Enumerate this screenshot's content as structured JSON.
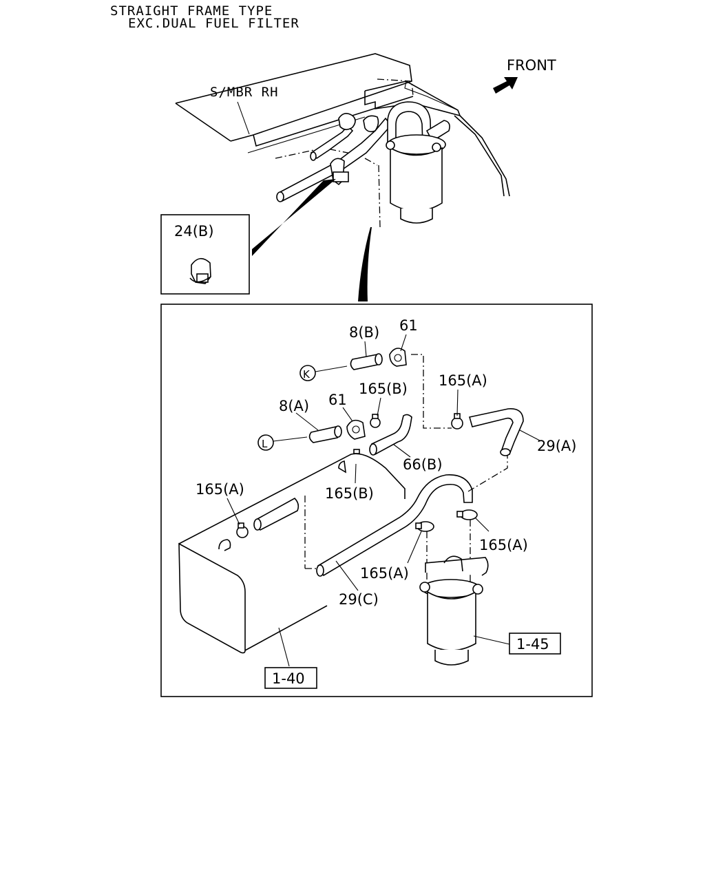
{
  "header": {
    "line1": "STRAIGHT FRAME TYPE",
    "line2": "EXC.DUAL FUEL FILTER"
  },
  "overview": {
    "member_label": "S/MBR RH",
    "front_label": "FRONT",
    "inset_label": "24(B)"
  },
  "detail": {
    "labels": {
      "hose_8b": "8(B)",
      "clip_61_top": "61",
      "connector_k": "K",
      "clamp_165b_top": "165(B)",
      "clamp_165a_top": "165(A)",
      "hose_8a": "8(A)",
      "clip_61_mid": "61",
      "connector_l": "L",
      "hose_29a": "29(A)",
      "hose_66b": "66(B)",
      "clamp_165a_left": "165(A)",
      "clamp_165b_mid": "165(B)",
      "clamp_165a_right": "165(A)",
      "clamp_165a_bottom": "165(A)",
      "hose_29c": "29(C)"
    },
    "ref_boxes": {
      "tank_ref": "1-40",
      "filter_ref": "1-45"
    }
  }
}
